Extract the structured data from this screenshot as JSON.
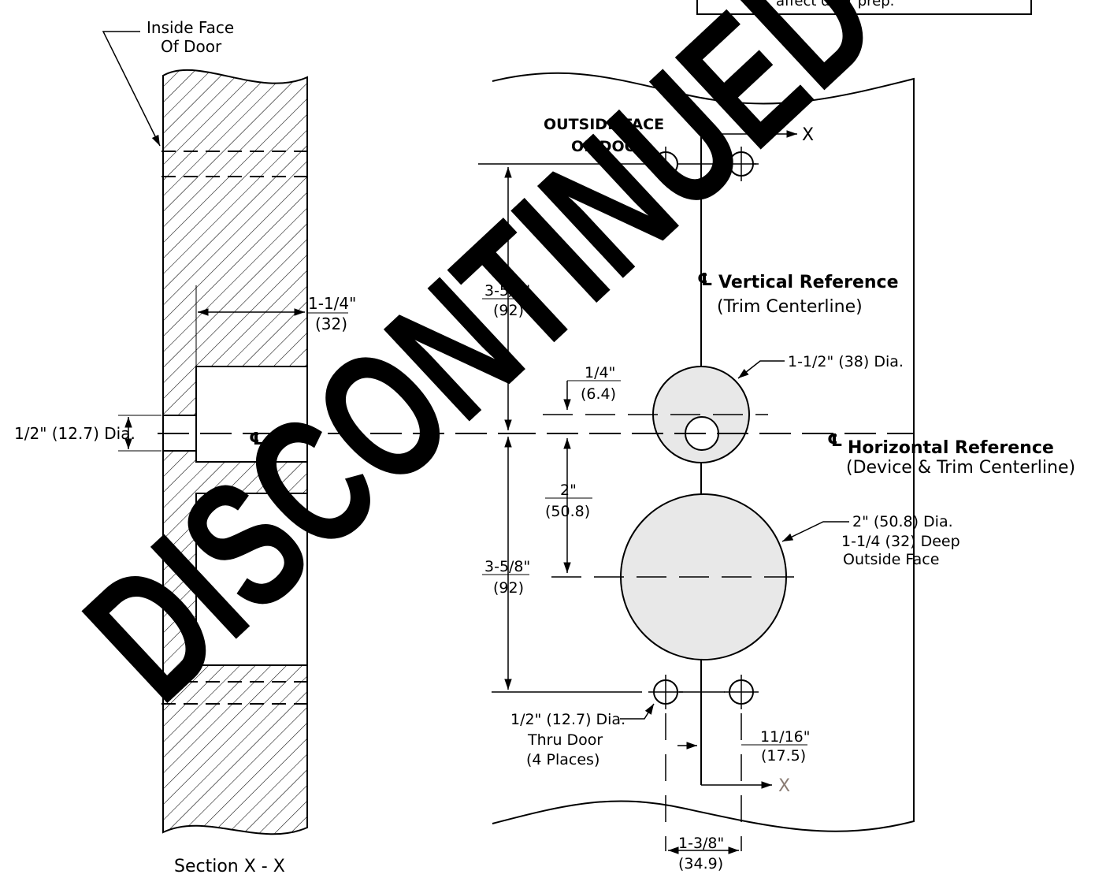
{
  "note_box": {
    "text": "affect door prep."
  },
  "watermark": {
    "text": "DISCONTINUED"
  },
  "section_view": {
    "inside_face_label_line1": "Inside Face",
    "inside_face_label_line2": "Of Door",
    "depth_dim": {
      "inch": "1-1/4\"",
      "mm": "(32)"
    },
    "hole_dia_label": "1/2\" (12.7) Dia.",
    "centerline_symbol": "℄",
    "caption": "Section X - X"
  },
  "face_view": {
    "outside_face_line1": "OUTSIDE FACE",
    "outside_face_line2": "OF DOOR",
    "section_marker": "X",
    "section_marker_bottom": "X",
    "vertical_ref": {
      "symbol": "℄",
      "title": "Vertical Reference",
      "subtitle": "(Trim Centerline)"
    },
    "horizontal_ref": {
      "symbol": "℄",
      "title": "Horizontal Reference",
      "subtitle": "(Device & Trim Centerline)"
    },
    "top_dim": {
      "inch": "3-5/8\"",
      "mm": "(92)"
    },
    "bottom_dim": {
      "inch": "3-5/8\"",
      "mm": "(92)"
    },
    "offset_dim": {
      "inch": "1/4\"",
      "mm": "(6.4)"
    },
    "spacing_dim": {
      "inch": "2\"",
      "mm": "(50.8)"
    },
    "small_hole_dia": "1-1/2\" (38) Dia.",
    "large_hole": {
      "line1": "2\" (50.8) Dia.",
      "line2": "1-1/4 (32) Deep",
      "line3": "Outside Face"
    },
    "thru_holes": {
      "line1": "1/2\" (12.7) Dia.",
      "line2": "Thru Door",
      "line3": "(4 Places)"
    },
    "offset_side_dim": {
      "inch": "11/16\"",
      "mm": "(17.5)"
    },
    "hole_spacing_dim": {
      "inch": "1-3/8\"",
      "mm": "(34.9)"
    }
  },
  "colors": {
    "hole_fill": "#e8e8e8",
    "watermark": "#000000",
    "marker_gray": "#8a7c74"
  }
}
